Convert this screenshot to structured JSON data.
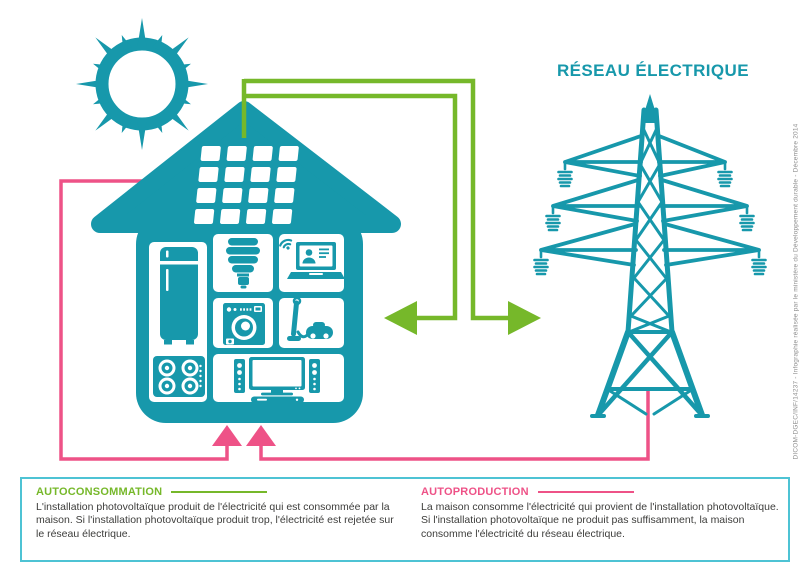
{
  "colors": {
    "teal": "#1798ab",
    "teal_light": "#4ec3d4",
    "green": "#76b82a",
    "pink": "#ee5287",
    "text": "#3d3d3b",
    "credit_gray": "#8f8f8f"
  },
  "header": {
    "title": "RÉSEAU ÉLECTRIQUE"
  },
  "icons": {
    "sun": "sun-icon",
    "house": "house-with-solar-panels-icon",
    "appliances": [
      "fridge",
      "stove",
      "cfl-bulb",
      "laptop-wifi",
      "washing-machine",
      "vacuum-cleaner",
      "tv-hifi"
    ],
    "pylon": "transmission-tower-icon",
    "green_arrows": "solar-production-exchange-arrows",
    "pink_arrows": "consumption-flow-arrows"
  },
  "legend": {
    "autoconsommation": {
      "title": "AUTOCONSOMMATION",
      "body": "L'installation photovoltaïque produit de l'électricité qui est consommée par la maison. Si l'installation photovoltaïque produit trop, l'électricité est rejetée sur le réseau électrique."
    },
    "autoproduction": {
      "title": "AUTOPRODUCTION",
      "body": "La maison consomme l'électricité qui provient de l'installation photovoltaïque. Si l'installation photovoltaïque ne produit pas suffisamment, la maison consomme l'électricité du réseau électrique."
    }
  },
  "credit": "DICOM-DGEC/INF/14237 - Infographie réalisée par le ministère du Développement durable - Décembre 2014"
}
